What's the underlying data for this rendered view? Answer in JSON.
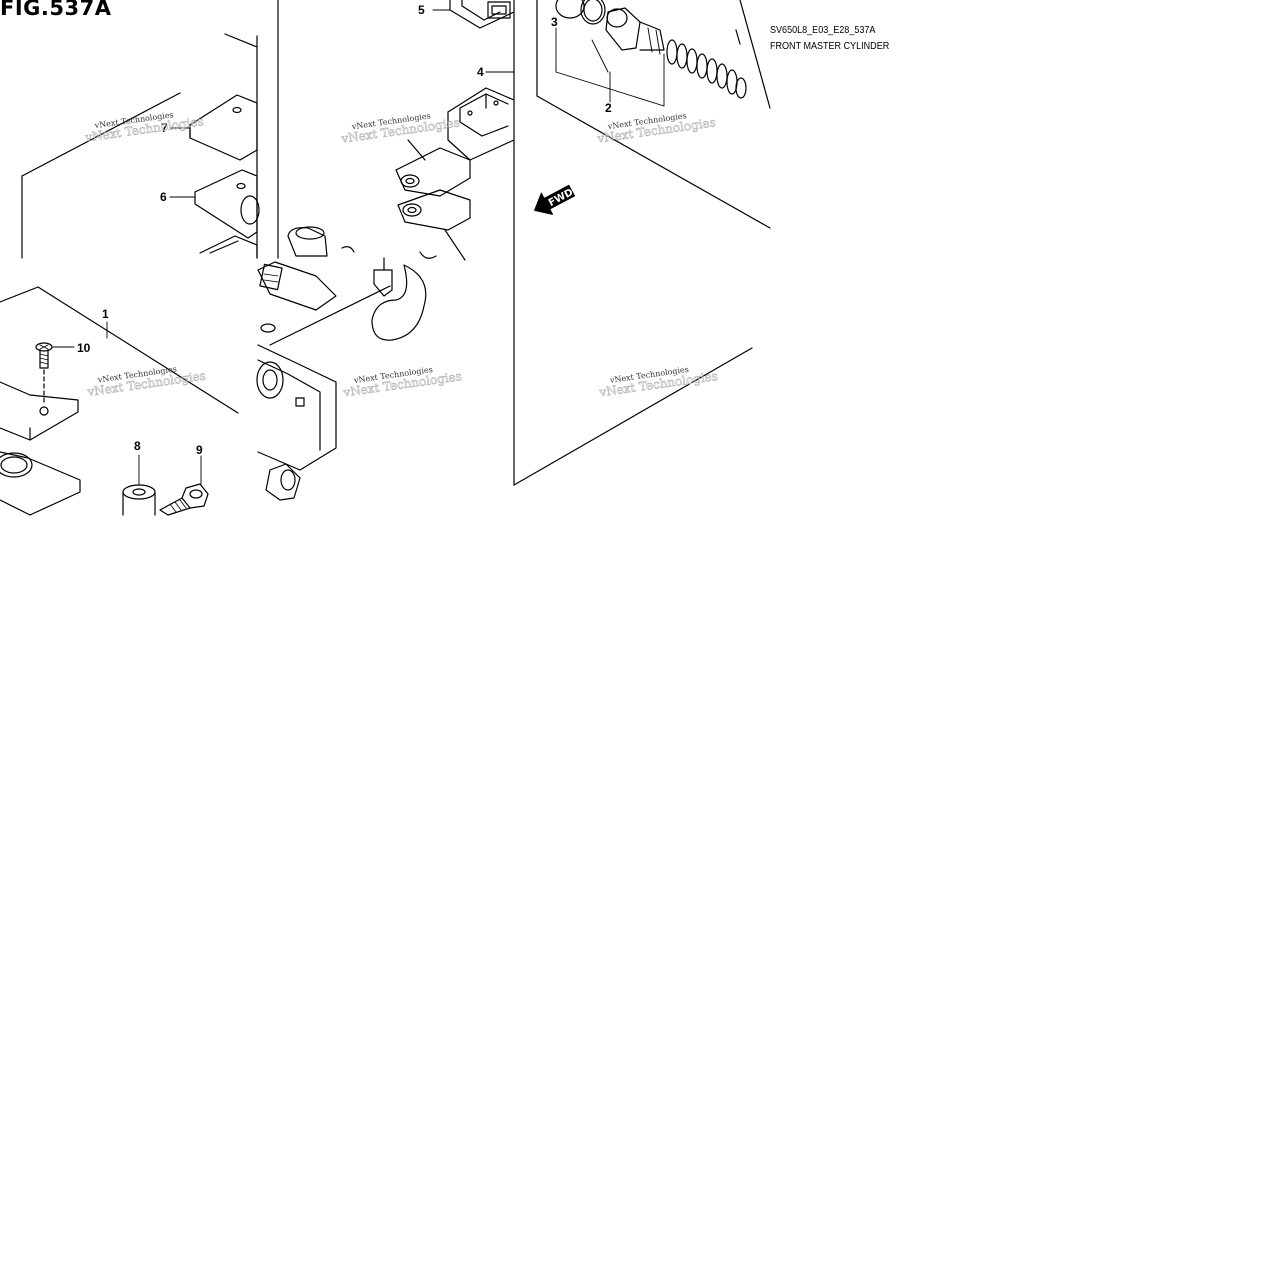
{
  "figure": {
    "title": "FIG.537A",
    "code": "SV650L8_E03_E28_537A",
    "name": "FRONT MASTER CYLINDER"
  },
  "callouts": {
    "c1": "1",
    "c2": "2",
    "c3": "3",
    "c4": "4",
    "c5": "5",
    "c6": "6",
    "c7": "7",
    "c8": "8",
    "c9": "9",
    "c10": "10"
  },
  "fwd_label": "FWD",
  "watermark": {
    "main": "vNext Technologies",
    "ghost": "vNext Technologies"
  }
}
